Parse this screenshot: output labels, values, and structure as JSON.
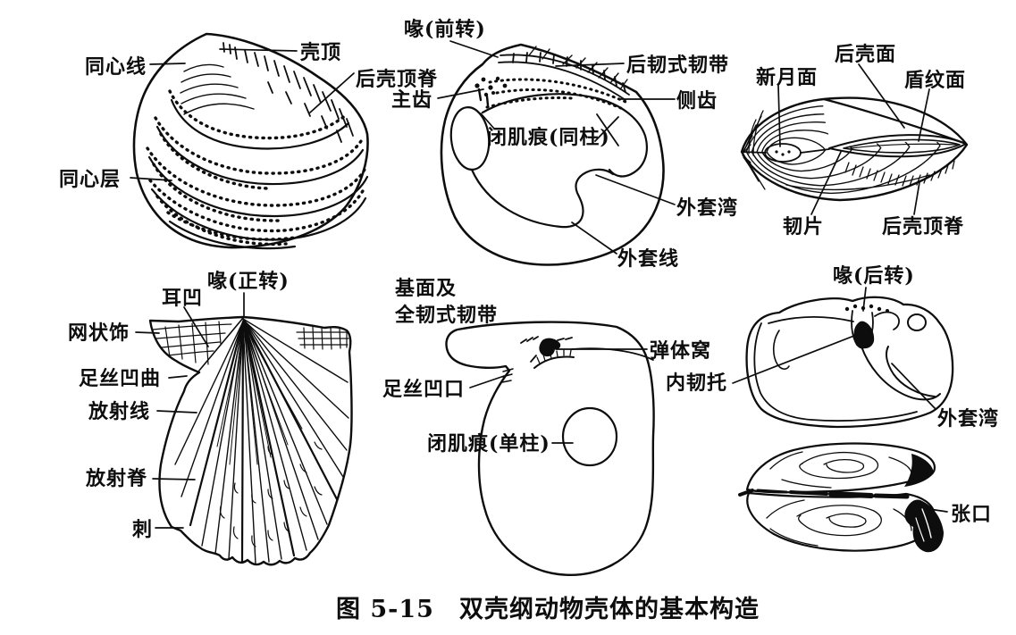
{
  "caption": "图 5-15　双壳纲动物壳体的基本构造",
  "colors": {
    "ink": "#0d0d0d",
    "paper": "#ffffff"
  },
  "panels": {
    "top_left_shell_exterior": {
      "labels": {
        "concentric_lines": "同心线",
        "umbo": "壳顶",
        "posterior_umbonal_ridge": "后壳顶脊",
        "concentric_layers": "同心层"
      }
    },
    "top_center_valve_interior": {
      "labels": {
        "beak_prosogyrate": "喙(前转)",
        "opisthodetic_ligament": "后韧式韧带",
        "cardinal_tooth": "主齿",
        "lateral_tooth": "侧齿",
        "adductor_scars_isomyarian": "闭肌痕(同柱)",
        "pallial_sinus": "外套湾",
        "pallial_line": "外套线"
      }
    },
    "top_right_dorsal_view": {
      "labels": {
        "lunule": "新月面",
        "posterior_shell_face": "后壳面",
        "escutcheon": "盾纹面",
        "ligament_plate": "韧片",
        "posterior_umbonal_ridge": "后壳顶脊"
      }
    },
    "bottom_left_scallop_valve": {
      "labels": {
        "beak_orthogyrate": "喙(正转)",
        "ear_notch": "耳凹",
        "reticulate_ornament": "网状饰",
        "byssal_sinus": "足丝凹曲",
        "radial_lines": "放射线",
        "radial_ridges": "放射脊",
        "spines": "刺"
      }
    },
    "bottom_center_valve_interior": {
      "labels": {
        "base_and_amphidetic_ligament_line1": "基面及",
        "base_and_amphidetic_ligament_line2": "全韧式韧带",
        "resilifer": "弹体窝",
        "byssal_notch": "足丝凹口",
        "adductor_scar_monomyarian": "闭肌痕(单柱)"
      }
    },
    "bottom_right_views": {
      "labels": {
        "beak_opisthogyrate": "喙(后转)",
        "chondrophore": "内韧托",
        "pallial_sinus": "外套湾",
        "gape": "张口"
      }
    }
  }
}
